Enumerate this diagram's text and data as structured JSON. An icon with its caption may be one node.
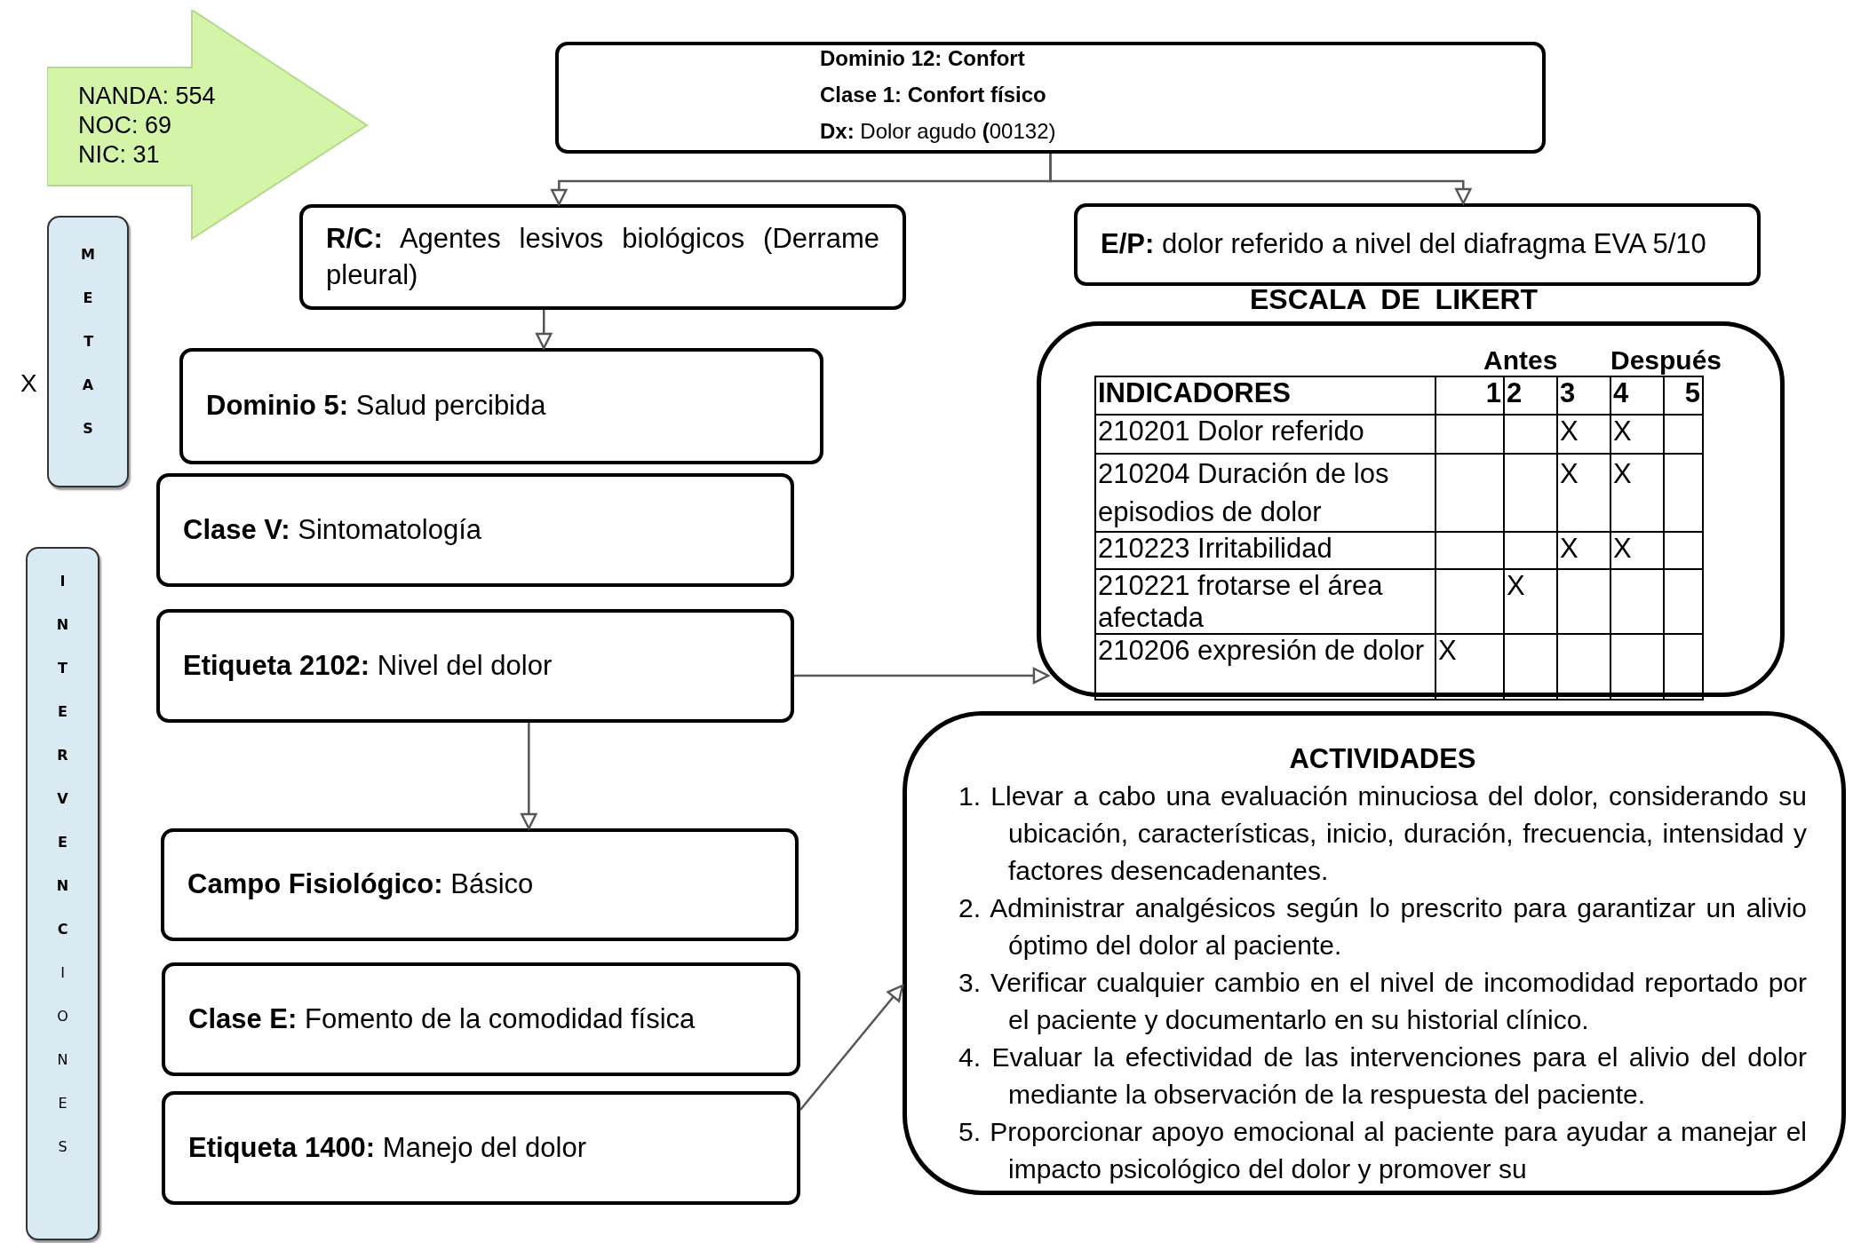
{
  "diagram": {
    "nodes": [
      {
        "text": [
          "NANDA: 554",
          "NOC: 69",
          "NIC: 31"
        ]
      },
      {
        "text": [
          "Dominio 12: Confort",
          "Clase 1: Confort físico",
          "**Dx:** Dolor agudo **(**00132)"
        ]
      },
      {
        "text": [
          "**R/C:** Agentes lesivos biológicos (Derrame pleural)"
        ]
      },
      {
        "text": [
          "**E/P:** dolor referido a nivel del diafragma EVA 5/10"
        ]
      },
      {
        "text": [
          "METAS"
        ],
        "beside": [
          "X"
        ]
      },
      {
        "text": [
          "**Dominio 5:** Salud percibida"
        ]
      },
      {
        "text": [
          "**Clase V:** Sintomatología"
        ]
      },
      {
        "text": [
          "**Etiqueta 2102:** Nivel del dolor"
        ]
      },
      {
        "text": [
          "ESCALA DE LIKERT"
        ]
      },
      {
        "text": [
          "INTERVENCIONES"
        ]
      },
      {
        "text": [
          "**Campo Fisiológico:** Básico"
        ]
      },
      {
        "text": [
          "**Clase E:** Fomento de la comodidad física"
        ]
      },
      {
        "text": [
          "**Etiqueta 1400:** Manejo del dolor"
        ]
      },
      {
        "text": [
          "ACTIVIDADES",
          "1. Llevar a cabo una evaluación minuciosa del dolor, considerando su ubicación, características, inicio, duración, frecuencia, intensidad y factores desencadenantes.",
          "2. Administrar analgésicos según lo prescrito para garantizar un alivio óptimo del dolor al paciente.",
          "3. Verificar cualquier cambio en el nivel de incomodidad reportado por el paciente y documentarlo en su historial clínico.",
          "4. Evaluar la efectividad de las intervenciones para el alivio del dolor mediante la observación de la respuesta del paciente.",
          "5. Proporcionar apoyo emocional al paciente para ayudar a manejar el impacto psicológico del dolor y promover su"
        ]
      }
    ],
    "edges": [
      {
        "from": 1,
        "to": 2,
        "arrow": "to"
      },
      {
        "from": 1,
        "to": 3,
        "arrow": "to"
      },
      {
        "from": 2,
        "to": 5,
        "arrow": "to"
      },
      {
        "from": 7,
        "to": 10,
        "arrow": "to"
      },
      {
        "from": 7,
        "to": 8,
        "arrow": "to"
      },
      {
        "from": 12,
        "to": 13,
        "arrow": "to"
      }
    ],
    "labels": [
      "Antes",
      "Después",
      "INDICADORES",
      "1",
      "2",
      "3",
      "4",
      "5",
      "210201 Dolor referido",
      "X",
      "X",
      "210204 Duración de los episodios de dolor",
      "X",
      "X",
      "210223 Irritabilidad",
      "X",
      "X",
      "210221 frotarse el área afectada",
      "X",
      "210206 expresión de dolor",
      "X"
    ]
  }
}
